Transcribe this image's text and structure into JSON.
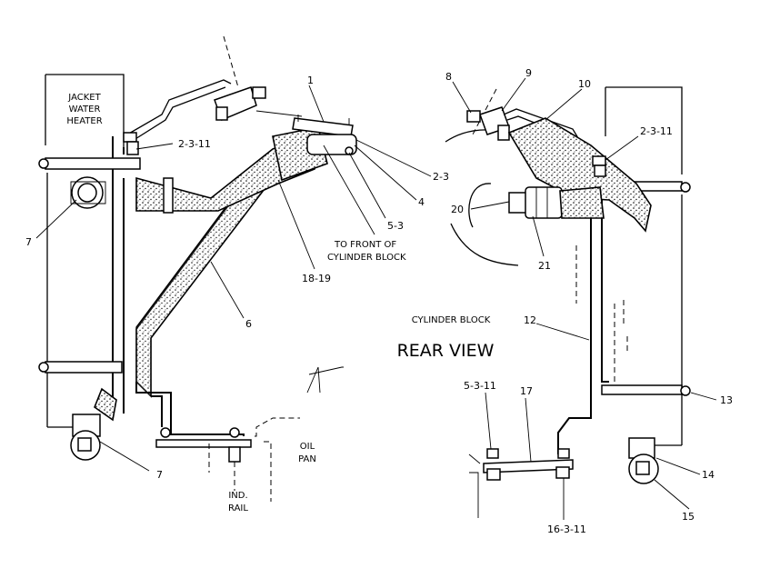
{
  "labels": {
    "jacket_water_heater": [
      "JACKET",
      "WATER",
      "HEATER"
    ],
    "to_front": [
      "TO FRONT OF",
      "CYLINDER BLOCK"
    ],
    "oil_pan": [
      "OIL",
      "PAN"
    ],
    "ind_rail": [
      "IND.",
      "RAIL"
    ],
    "cylinder_block": "CYLINDER BLOCK",
    "rear_view": "REAR VIEW"
  },
  "callouts": {
    "c1": "1",
    "c2_3_11_left": "2-3-11",
    "c2_3": "2-3",
    "c4": "4",
    "c5_3": "5-3",
    "c18_19": "18-19",
    "c6": "6",
    "c7_upper": "7",
    "c7_lower": "7",
    "c8": "8",
    "c9": "9",
    "c10": "10",
    "c2_3_11_right": "2-3-11",
    "c20": "20",
    "c21": "21",
    "c12": "12",
    "c13": "13",
    "c5_3_11": "5-3-11",
    "c17": "17",
    "c14": "14",
    "c15": "15",
    "c16_3_11": "16-3-11"
  }
}
